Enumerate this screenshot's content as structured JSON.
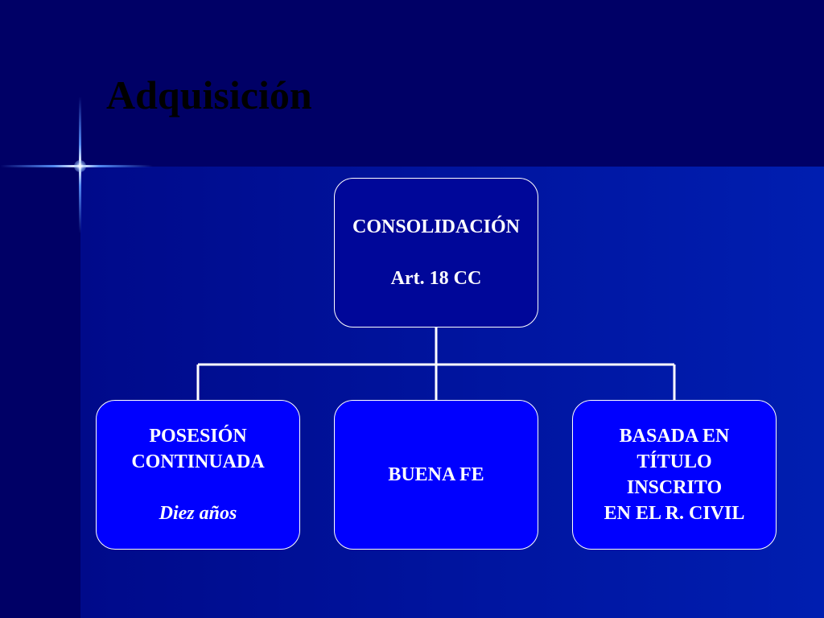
{
  "slide": {
    "title": "Adquisición"
  },
  "diagram": {
    "root": {
      "line1": "CONSOLIDACIÓN",
      "line2": "Art. 18 CC"
    },
    "children": [
      {
        "line1": "POSESIÓN",
        "line2": "CONTINUADA",
        "note": "Diez años"
      },
      {
        "line1": "BUENA FE"
      },
      {
        "line1": "BASADA EN",
        "line2": "TÍTULO",
        "line3": "INSCRITO",
        "line4": "EN EL R. CIVIL"
      }
    ]
  },
  "colors": {
    "background_dark": "#000066",
    "background_main": "#0015a0",
    "root_box": "#000799",
    "child_box": "#0000ff",
    "text": "#ffffff",
    "title": "#000000"
  }
}
